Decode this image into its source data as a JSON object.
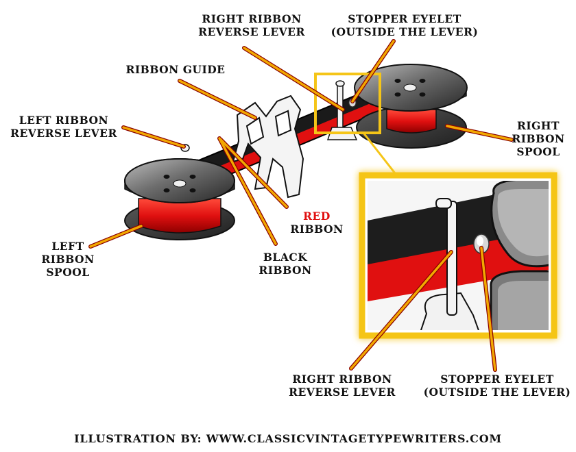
{
  "labels": {
    "right_lever_top": [
      "RIGHT RIBBON",
      "REVERSE LEVER"
    ],
    "stopper_top": [
      "STOPPER EYELET",
      "(OUTSIDE THE LEVER)"
    ],
    "ribbon_guide": "RIBBON GUIDE",
    "left_lever": [
      "LEFT RIBBON",
      "REVERSE LEVER"
    ],
    "right_spool": [
      "RIGHT",
      "RIBBON",
      "SPOOL"
    ],
    "red_ribbon": [
      "RED",
      "RIBBON"
    ],
    "left_spool": [
      "LEFT",
      "RIBBON",
      "SPOOL"
    ],
    "black_ribbon": [
      "BLACK",
      "RIBBON"
    ],
    "right_lever_zoom": [
      "RIGHT RIBBON",
      "REVERSE LEVER"
    ],
    "stopper_zoom": [
      "STOPPER EYELET",
      "(OUTSIDE THE LEVER)"
    ]
  },
  "credit": "ILLUSTRATION BY:  WWW.CLASSICVINTAGETYPEWRITERS.COM",
  "colors": {
    "ribbon_red": "#e01010",
    "ribbon_black": "#1a1a1a",
    "highlight_yellow": "#f5c518",
    "leader_line": "#f2a800",
    "spool_gray": "#4a4a4a"
  }
}
